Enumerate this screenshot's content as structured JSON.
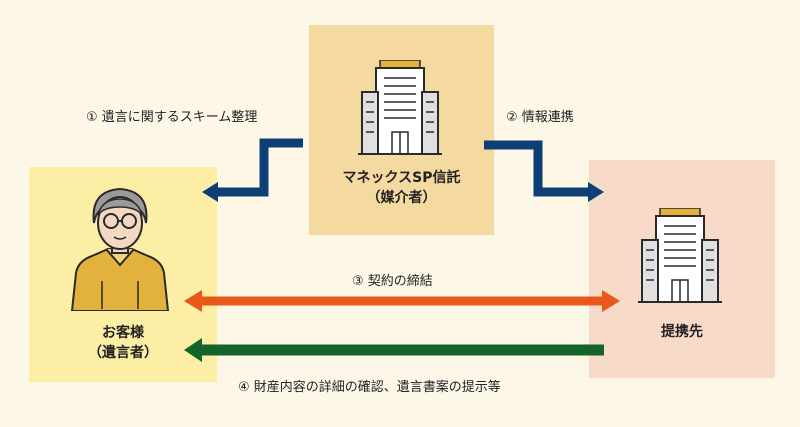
{
  "nodes": {
    "client": {
      "name": "お客様",
      "role": "（遺言者）"
    },
    "mediator": {
      "name": "マネックスSP信託",
      "role": "（媒介者）"
    },
    "partner": {
      "name": "提携先"
    }
  },
  "steps": [
    {
      "label": "① 遺言に関するスキーム整理"
    },
    {
      "label": "② 情報連携"
    },
    {
      "label": "③ 契約の締結"
    },
    {
      "label": "④ 財産内容の詳細の確認、遺言書案の提示等"
    }
  ],
  "colors": {
    "navy": "#0d3f75",
    "orange": "#e8581a",
    "green": "#14632b",
    "client_bg": "#fdeea6",
    "mediator_bg": "#f4d9a0",
    "partner_bg": "#f8dac8",
    "page_bg": "#fdf7e8"
  },
  "icons": {
    "client": "elderly-person-icon",
    "mediator": "office-building-icon",
    "partner": "office-building-icon"
  }
}
